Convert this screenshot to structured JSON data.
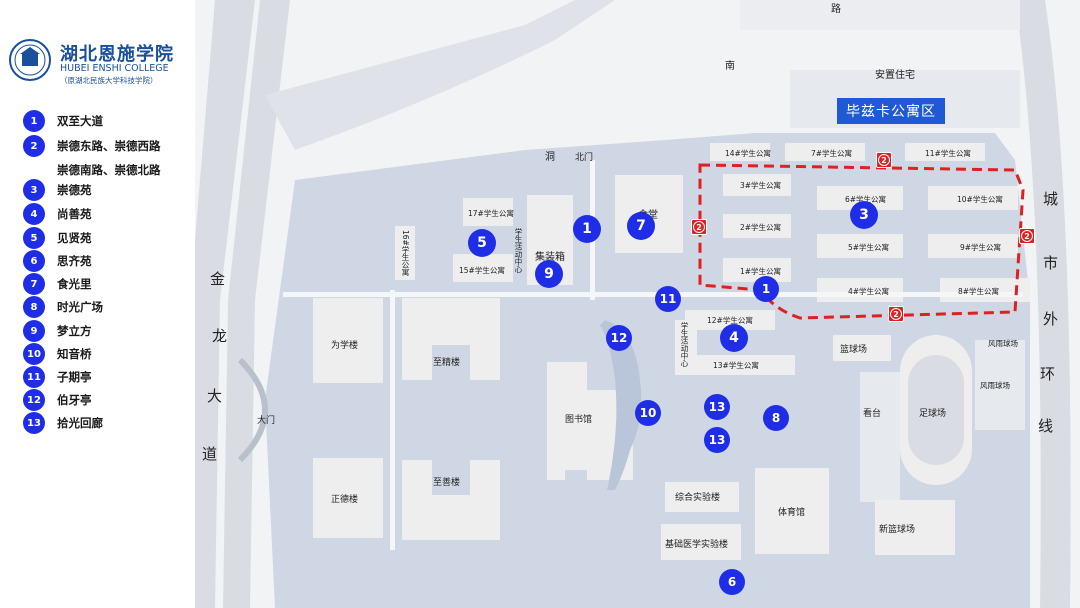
{
  "college": {
    "name_cn": "湖北恩施学院",
    "name_en": "HUBEI ENSHI COLLEGE",
    "subtitle": "（原湖北民族大学科技学院）"
  },
  "legend": [
    {
      "num": "1",
      "label": "双至大道"
    },
    {
      "num": "2",
      "label": "崇德东路、崇德西路",
      "label2": "崇德南路、崇德北路"
    },
    {
      "num": "3",
      "label": "崇德苑"
    },
    {
      "num": "4",
      "label": "尚善苑"
    },
    {
      "num": "5",
      "label": "见贤苑"
    },
    {
      "num": "6",
      "label": "思齐苑"
    },
    {
      "num": "7",
      "label": "食光里"
    },
    {
      "num": "8",
      "label": "时光广场"
    },
    {
      "num": "9",
      "label": "梦立方"
    },
    {
      "num": "10",
      "label": "知音桥"
    },
    {
      "num": "11",
      "label": "子期亭"
    },
    {
      "num": "12",
      "label": "伯牙亭"
    },
    {
      "num": "13",
      "label": "拾光回廊"
    }
  ],
  "roads": {
    "jinlong": [
      "金",
      "龙",
      "大",
      "道"
    ],
    "city_ring": [
      "城",
      "市",
      "外",
      "环",
      "线"
    ],
    "top_lu": "路",
    "nan": "南",
    "dong": "洞"
  },
  "area": {
    "banner": "毕兹卡公寓区",
    "housing": "安置住宅"
  },
  "gates": {
    "north": "北门",
    "main": "大门"
  },
  "dorms": {
    "d14": "14#学生公寓",
    "d7": "7#学生公寓",
    "d11": "11#学生公寓",
    "d3": "3#学生公寓",
    "d6": "6#学生公寓",
    "d10": "10#学生公寓",
    "d2": "2#学生公寓",
    "d5": "5#学生公寓",
    "d9": "9#学生公寓",
    "d1": "1#学生公寓",
    "d4": "4#学生公寓",
    "d8": "8#学生公寓",
    "d17": "17#学生公寓",
    "d15": "15#学生公寓",
    "d16": "16#学生公寓",
    "d12": "12#学生公寓",
    "d13": "13#学生公寓"
  },
  "buildings": {
    "canteen": "食堂",
    "container": "集装箱",
    "student_center1": "学生活动中心",
    "student_center2": "学生活动中心",
    "weixue": "为学楼",
    "zhijing": "至精楼",
    "zhengde": "正德楼",
    "zhishan": "至善楼",
    "library": "图书馆",
    "zonghe": "综合实验楼",
    "jichu": "基础医学实验楼",
    "gym": "体育馆",
    "basketball": "篮球场",
    "stand": "看台",
    "football": "足球场",
    "rain_court1": "风雨球场",
    "rain_court2": "风雨球场",
    "new_basketball": "新篮球场"
  },
  "markers": {
    "m1a": "1",
    "m1b": "1",
    "m3": "3",
    "m4": "4",
    "m5": "5",
    "m6": "6",
    "m7": "7",
    "m8": "8",
    "m9": "9",
    "m10": "10",
    "m11": "11",
    "m12": "12",
    "m13a": "13",
    "m13b": "13"
  },
  "red_tags": {
    "t1": "2",
    "t2": "2",
    "t3": "2",
    "t4": "2"
  },
  "colors": {
    "marker_blue": "#1f2ee6",
    "banner_blue": "#1f5ad6",
    "dashed_red": "#e02020",
    "campus_ground": "#cfd7e4",
    "building": "#eeeeee",
    "road": "#dfe3e9"
  }
}
